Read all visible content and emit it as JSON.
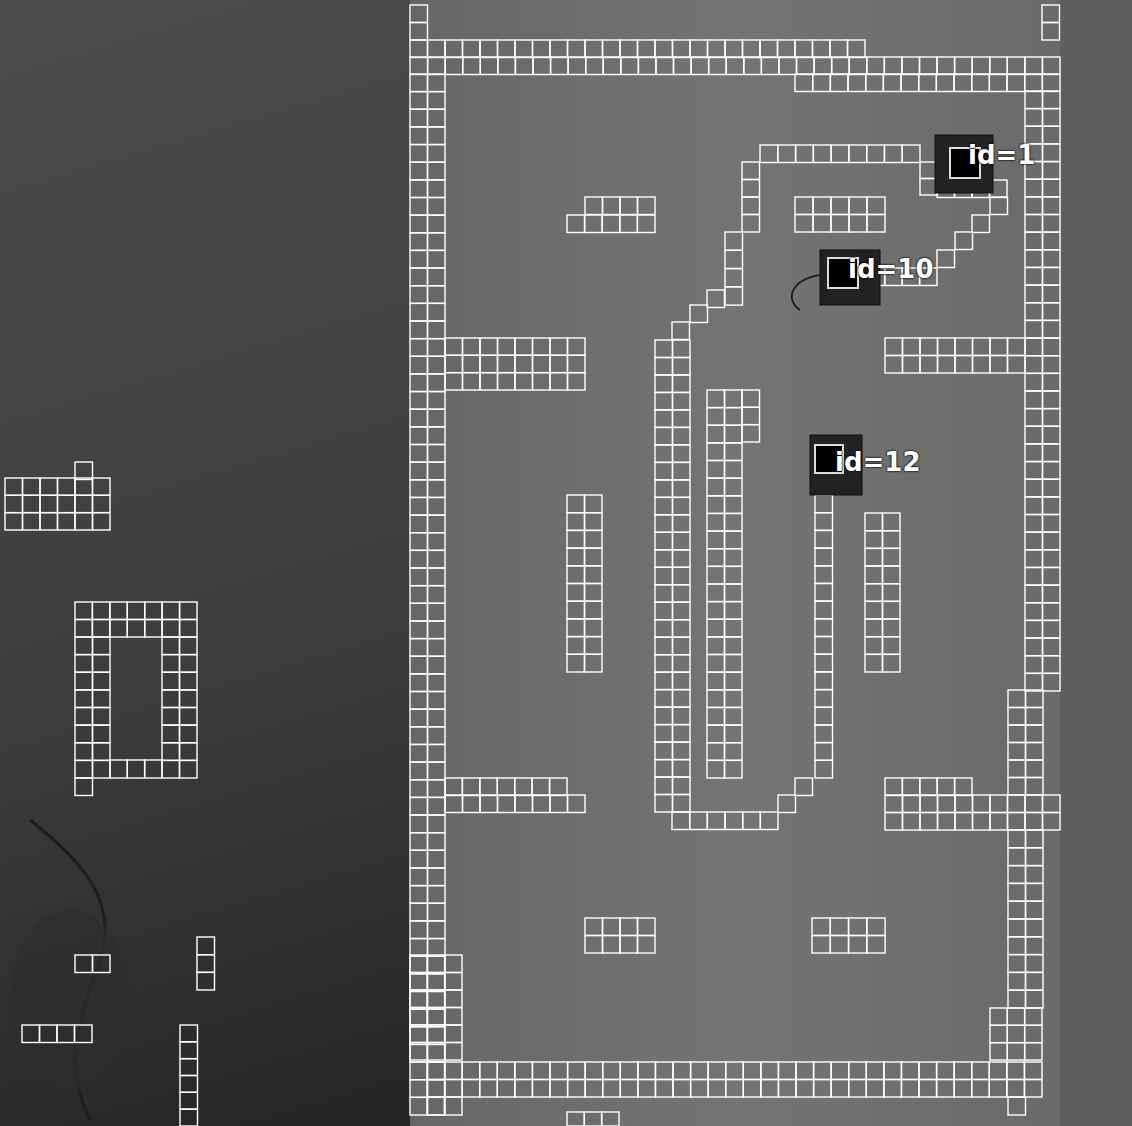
{
  "diagram": {
    "labels": [
      "id=1",
      "id=10",
      "id=12"
    ]
  }
}
